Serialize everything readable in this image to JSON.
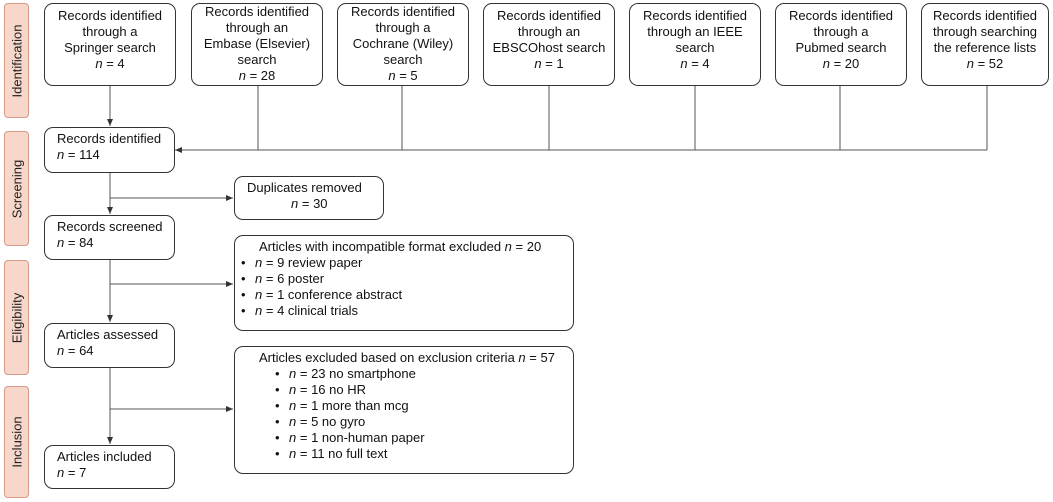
{
  "stages": [
    "Identification",
    "Screening",
    "Eligibility",
    "Inclusion"
  ],
  "sources": [
    {
      "lines": [
        "Records identified",
        "through a",
        "Springer search"
      ],
      "n": "4"
    },
    {
      "lines": [
        "Records identified",
        "through an",
        "Embase (Elsevier)",
        "search"
      ],
      "n": "28"
    },
    {
      "lines": [
        "Records identified",
        "through a",
        "Cochrane (Wiley)",
        "search"
      ],
      "n": "5"
    },
    {
      "lines": [
        "Records identified",
        "through an",
        "EBSCOhost search"
      ],
      "n": "1"
    },
    {
      "lines": [
        "Records identified",
        "through an IEEE",
        "search"
      ],
      "n": "4"
    },
    {
      "lines": [
        "Records identified",
        "through a",
        "Pubmed search"
      ],
      "n": "20"
    },
    {
      "lines": [
        "Records identified",
        "through searching",
        "the reference lists"
      ],
      "n": "52"
    }
  ],
  "n_symbol": "n",
  "eq": " = ",
  "records_identified": {
    "label": "Records identified",
    "n": "114"
  },
  "duplicates_removed": {
    "label": "Duplicates removed",
    "n": "30"
  },
  "records_screened": {
    "label": "Records screened",
    "n": "84"
  },
  "articles_assessed": {
    "label": "Articles assessed",
    "n": "64"
  },
  "articles_included": {
    "label": "Articles included",
    "n": "7"
  },
  "format_excluded": {
    "head": "Articles with incompatible format excluded ",
    "n": "20",
    "items": [
      {
        "n": "9",
        "text": " review paper"
      },
      {
        "n": "6",
        "text": " poster"
      },
      {
        "n": "1",
        "text": " conference abstract"
      },
      {
        "n": "4",
        "text": " clinical trials"
      }
    ]
  },
  "criteria_excluded": {
    "head": "Articles excluded based on exclusion criteria ",
    "n": "57",
    "items": [
      {
        "n": "23",
        "text": " no smartphone"
      },
      {
        "n": "16",
        "text": " no HR"
      },
      {
        "n": "1",
        "text": " more than mcg"
      },
      {
        "n": "5",
        "text": " no gyro"
      },
      {
        "n": "1",
        "text": " non-human paper"
      },
      {
        "n": "11",
        "text": " no full text"
      }
    ]
  }
}
